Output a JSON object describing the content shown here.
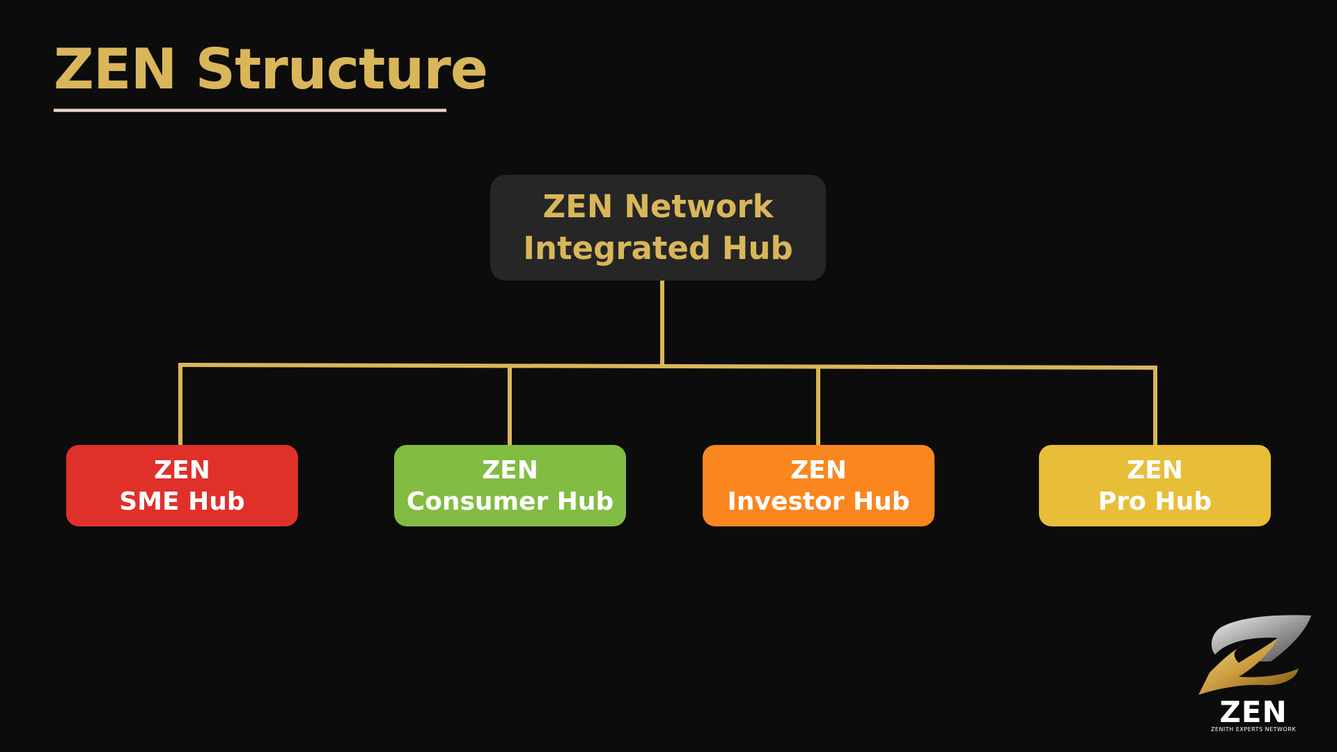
{
  "title": "ZEN Structure",
  "root_node": {
    "line1": "ZEN Network",
    "line2": "Integrated Hub"
  },
  "hubs": [
    {
      "line1": "ZEN",
      "line2": "SME Hub",
      "color": "#e0302a"
    },
    {
      "line1": "ZEN",
      "line2": "Consumer Hub",
      "color": "#82bc43"
    },
    {
      "line1": "ZEN",
      "line2": "Investor Hub",
      "color": "#fa861f"
    },
    {
      "line1": "ZEN",
      "line2": "Pro Hub",
      "color": "#e8be39"
    }
  ],
  "logo": {
    "icon": "zen-z-emblem-icon",
    "wordmark": "ZEN",
    "tagline": "ZENITH EXPERTS NETWORK"
  },
  "colors": {
    "background": "#0c0c0c",
    "accent_gold": "#d9b65a",
    "root_box": "#262626"
  }
}
